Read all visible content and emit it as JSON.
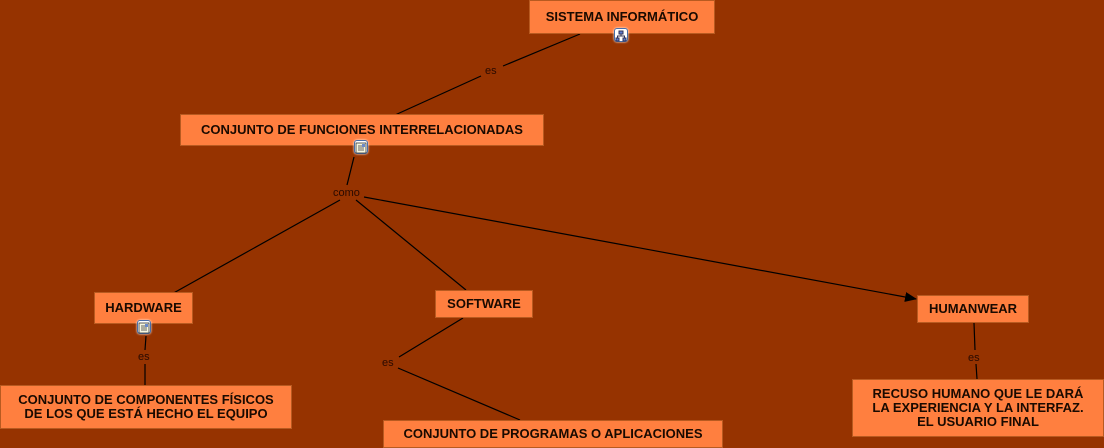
{
  "map": {
    "background_color": "#963300",
    "node_color": "#ff7f3f",
    "nodes": [
      {
        "id": "sistema",
        "label": "SISTEMA INFORMÁTICO"
      },
      {
        "id": "conjunto_funciones",
        "label": "CONJUNTO DE FUNCIONES INTERRELACIONADAS"
      },
      {
        "id": "hardware",
        "label": "HARDWARE"
      },
      {
        "id": "software",
        "label": "SOFTWARE"
      },
      {
        "id": "humanwear",
        "label": "HUMANWEAR"
      },
      {
        "id": "componentes",
        "label": "CONJUNTO DE COMPONENTES FÍSICOS\nDE LOS QUE ESTÁ HECHO EL EQUIPO"
      },
      {
        "id": "programas",
        "label": "CONJUNTO DE PROGRAMAS O APLICACIONES"
      },
      {
        "id": "recurso_humano",
        "label": "RECUSO HUMANO QUE LE DARÁ\nLA EXPERIENCIA Y LA INTERFAZ.\nEL USUARIO FINAL"
      }
    ],
    "linking_phrases": [
      {
        "id": "es1",
        "label": "es"
      },
      {
        "id": "como",
        "label": "como"
      },
      {
        "id": "es_hw",
        "label": "es"
      },
      {
        "id": "es_sw",
        "label": "es"
      },
      {
        "id": "es_hu",
        "label": "es"
      }
    ],
    "icons": [
      {
        "id": "sistema_icon",
        "type": "concept-map-icon"
      },
      {
        "id": "funciones_icon",
        "type": "document-icon"
      },
      {
        "id": "hardware_icon",
        "type": "document-icon"
      }
    ]
  }
}
